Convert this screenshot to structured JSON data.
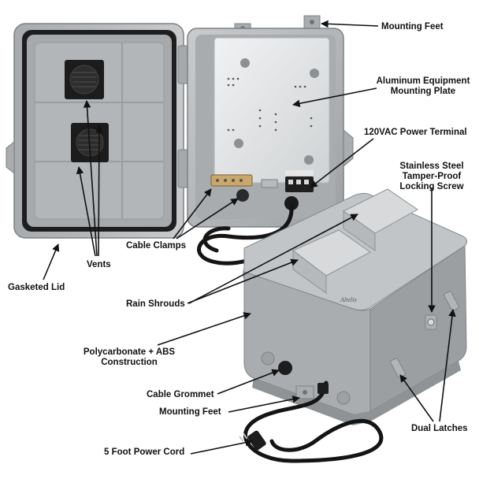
{
  "labels": {
    "mounting_feet_top": "Mounting Feet",
    "mounting_plate_line1": "Aluminum Equipment",
    "mounting_plate_line2": "Mounting Plate",
    "power_terminal": "120VAC Power Terminal",
    "locking_screw_line1": "Stainless Steel",
    "locking_screw_line2": "Tamper-Proof",
    "locking_screw_line3": "Locking Screw",
    "cable_clamps": "Cable Clamps",
    "vents": "Vents",
    "gasketed_lid": "Gasketed Lid",
    "rain_shrouds": "Rain Shrouds",
    "construction_line1": "Polycarbonate + ABS",
    "construction_line2": "Construction",
    "cable_grommet": "Cable Grommet",
    "mounting_feet_bottom": "Mounting Feet",
    "dual_latches": "Dual Latches",
    "power_cord": "5 Foot Power Cord"
  },
  "logo_text": "Altelix",
  "colors": {
    "enclosure_gray": "#b9bcbe",
    "enclosure_dark": "#8e9295",
    "gasket_black": "#1e1e1e",
    "plate_silver": "#e4e6e8",
    "text": "#111111"
  }
}
